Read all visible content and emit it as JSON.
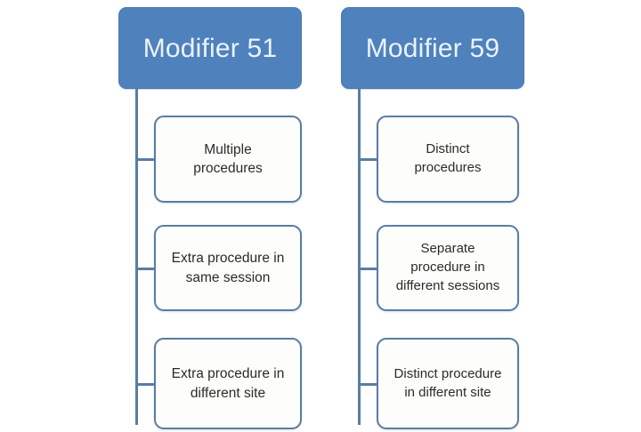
{
  "diagram": {
    "title": "Modifier 51 vs Modifier 59 comparison",
    "type": "two-column-tree",
    "colors": {
      "root_fill": "#4f81bd",
      "root_text": "#eaf3fb",
      "box_border": "#5b7ca3",
      "box_fill": "#fdfdfb",
      "connector": "#5b7ca3",
      "background": "#ffffff",
      "box_text": "#2b2b2b"
    },
    "columns": [
      {
        "id": "modifier-51",
        "root": "Modifier 51",
        "children": [
          "Multiple\nprocedures",
          "Extra procedure in\nsame session",
          "Extra procedure in\ndifferent site"
        ]
      },
      {
        "id": "modifier-59",
        "root": "Modifier 59",
        "children": [
          "Distinct\nprocedures",
          "Separate\nprocedure in\ndifferent sessions",
          "Distinct procedure\nin different site"
        ]
      }
    ]
  }
}
